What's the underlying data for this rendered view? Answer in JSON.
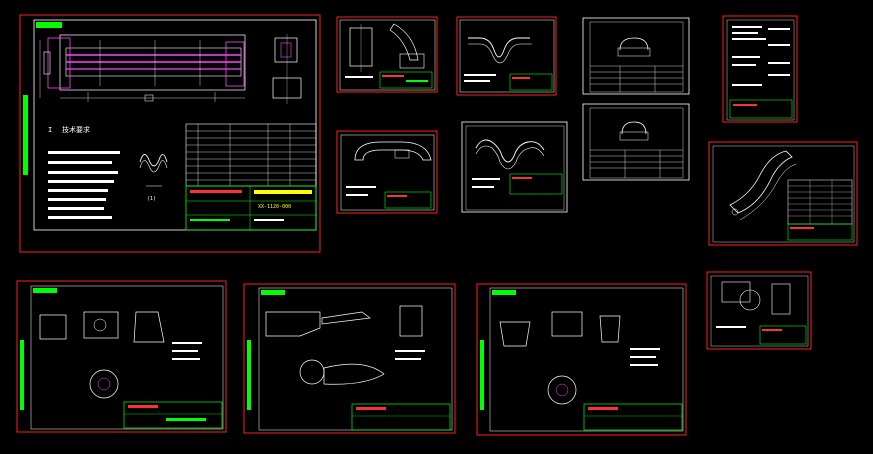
{
  "colors": {
    "background": "#000000",
    "frame": "#ff2020",
    "inner_frame": "#ffffff",
    "title_block": "#00ff00",
    "highlight": "#ff44ff",
    "annotation": "#ffffff",
    "accent_text": "#ffff00",
    "dimension": "#00ffff"
  },
  "drawings": {
    "main": {
      "heading": "技术要求",
      "section_label": "I",
      "section_ratio": "(1)",
      "drawing_number": "XX-1120-000"
    }
  }
}
